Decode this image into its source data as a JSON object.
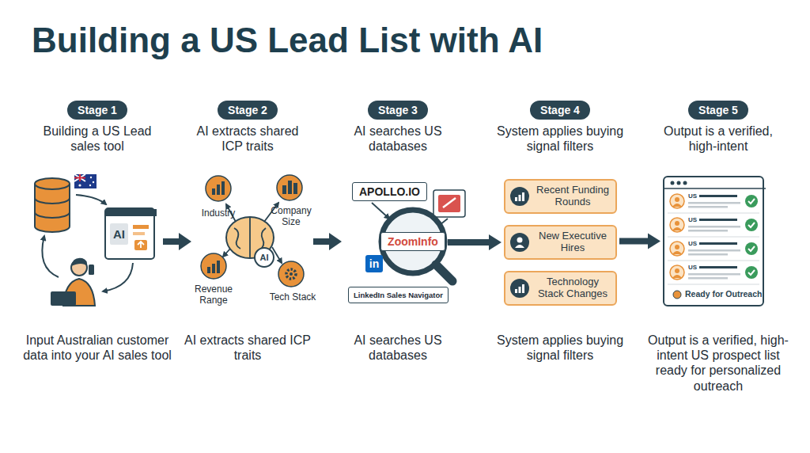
{
  "diagram": {
    "title": "Building a US Lead List with AI",
    "nodes": [
      {
        "text": [
          "Stage 1"
        ]
      },
      {
        "text": [
          "Stage 2"
        ]
      },
      {
        "text": [
          "Stage 3"
        ]
      },
      {
        "text": [
          "Stage 4"
        ]
      },
      {
        "text": [
          "Stage 5"
        ]
      },
      {
        "text": [
          "AI"
        ]
      },
      {
        "text": [
          "AI"
        ]
      },
      {
        "text": [
          "APOLLO.IO"
        ]
      },
      {
        "text": [
          "ZoomInfo"
        ]
      },
      {
        "text": [
          "in"
        ]
      },
      {
        "text": [
          "LinkedIn Sales Navigator"
        ]
      },
      {
        "text": [
          "Recent Funding Rounds"
        ]
      },
      {
        "text": [
          "New Executive Hires"
        ]
      },
      {
        "text": [
          "Technology Stack Changes"
        ]
      },
      {
        "text": [
          "US",
          "US",
          "US",
          "US",
          "Ready for Outreach"
        ]
      }
    ],
    "edges": [
      {
        "from": 8,
        "to": 12,
        "arrow": "to"
      },
      {
        "from": 12,
        "to": 14,
        "arrow": "to"
      }
    ],
    "labels": [
      "Building a US Lead sales tool",
      "AI extracts shared ICP traits",
      "AI searches US databases",
      "System applies buying signal filters",
      "Output is a verified, high-intent",
      "Input Australian customer data into your AI sales tool",
      "AI extracts shared ICP traits",
      "AI searches US databases",
      "System applies buying signal filters",
      "Output is a verified, high-intent US prospect list ready for personalized outreach",
      "Industry",
      "Company Size",
      "Revenue Range",
      "Tech Stack"
    ]
  }
}
